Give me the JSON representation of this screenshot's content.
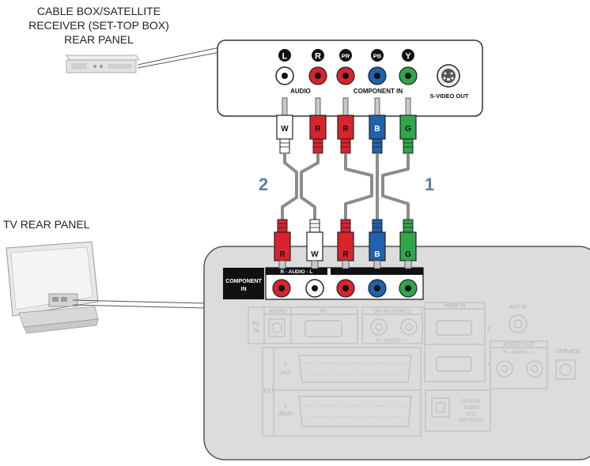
{
  "labels": {
    "stb_line1": "CABLE BOX/SATELLITE",
    "stb_line2": "RECEIVER (SET-TOP BOX)",
    "stb_line3": "REAR PANEL",
    "tv_rear": "TV REAR PANEL",
    "num_2": "2",
    "num_1": "1"
  },
  "stb_panel": {
    "jack_letters": [
      "L",
      "R",
      "PR",
      "PB",
      "Y"
    ],
    "audio": "AUDIO",
    "component_in": "COMPONENT IN",
    "svideo_out": "S-VIDEO OUT"
  },
  "plugs_top": [
    "W",
    "R",
    "R",
    "B",
    "G"
  ],
  "plugs_bottom": [
    "R",
    "W",
    "R",
    "B",
    "G"
  ],
  "tv_panel": {
    "component_line1": "COMPONENT",
    "component_line2": "IN",
    "audio_sub": "R - AUDIO - L",
    "audio": "AUDIO",
    "pc": "PC",
    "pc_in_1": "PC",
    "pc_in_2": "IN",
    "dvi_in": "DVI IN (HDMI 2)",
    "dvi_audio": "R - AUDIO - L",
    "hdmi_in": "HDMI IN",
    "hdmi_2": "2",
    "hdmi_1": "1",
    "ant_in": "ANT IN",
    "audio_out": "AUDIO OUT",
    "audio_out_sub": "R - AUDIO - L",
    "service": "SERVICE",
    "ext": "EXT",
    "scart_2a": "2",
    "scart_2b": "(AV)",
    "scart_1a": "1",
    "scart_1b": "(RGB)",
    "optical_1": "DIGITAL",
    "optical_2": "AUDIO",
    "optical_3": "OUT",
    "optical_4": "(OPTICAL)"
  },
  "colors": {
    "red": "#d9232d",
    "blue": "#1f62ae",
    "green": "#2fa64a",
    "white": "#ffffff",
    "cable": "#8c8c8c",
    "number": "#5b7f9e",
    "panel_gray": "#dcdcdc"
  }
}
